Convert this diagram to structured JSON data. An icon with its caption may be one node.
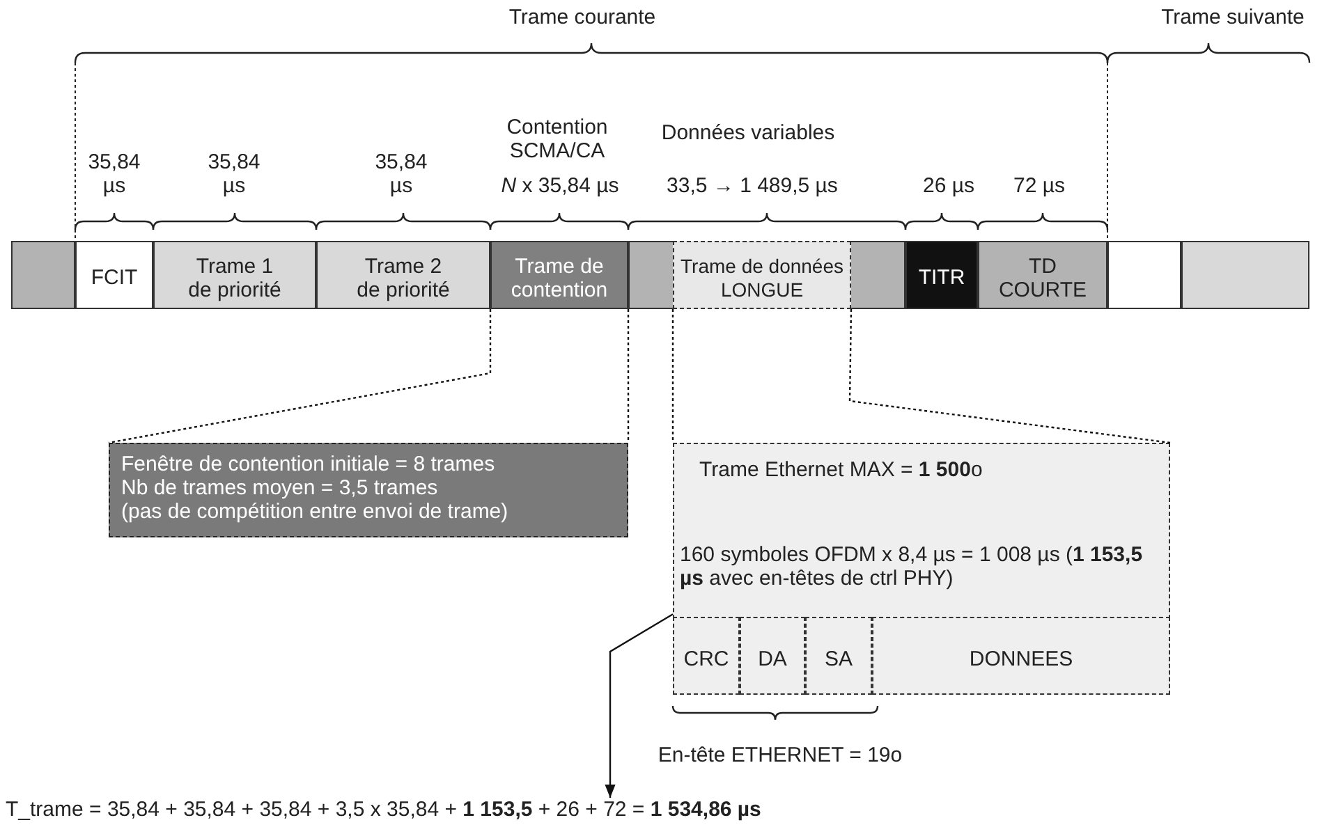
{
  "diagram": {
    "nodes": [
      {
        "text": [],
        "shape": "box"
      },
      {
        "text": [
          "FCIT"
        ]
      },
      {
        "text": [
          "Trame 1 de priorité"
        ]
      },
      {
        "text": [
          "Trame 2 de priorité"
        ]
      },
      {
        "text": [
          "Trame de contention"
        ]
      },
      {
        "text": [],
        "shape": "box"
      },
      {
        "text": [
          "Trame de données LONGUE"
        ],
        "in": 5
      },
      {
        "text": [
          "TITR"
        ]
      },
      {
        "text": [
          "TD COURTE"
        ]
      },
      {
        "text": [],
        "shape": "box"
      },
      {
        "text": [],
        "shape": "box"
      },
      {
        "text": [
          "Fenêtre de contention initiale = 8 trames",
          "Nb de trames moyen = 3,5 trames",
          "(pas de compétition entre envoi de trame)"
        ]
      },
      {
        "text": [
          "Trame Ethernet MAX = **1 500**o",
          "160 symboles OFDM x 8,4 µs = 1 008 µs (**1 153,5 µs** avec en-têtes de ctrl PHY)"
        ]
      },
      {
        "text": [
          "CRC"
        ],
        "in": 12
      },
      {
        "text": [
          "DA"
        ],
        "in": 12
      },
      {
        "text": [
          "SA"
        ],
        "in": 12
      },
      {
        "text": [
          "DONNEES"
        ],
        "in": 12
      },
      {
        "text": [
          "T_trame = 35,84 + 35,84 + 35,84 + 3,5 x 35,84 + **1 153,5** + 26 + 72 = **1 534,86 µs**"
        ]
      }
    ],
    "edges": [
      {
        "from": 12,
        "to": 17,
        "arrow": "to"
      },
      {
        "from": 4,
        "to": 11,
        "arrow": "none",
        "style": "dashed"
      },
      {
        "from": 4,
        "to": 11,
        "arrow": "none",
        "style": "dashed"
      },
      {
        "from": 6,
        "to": 12,
        "arrow": "none",
        "style": "dashed"
      },
      {
        "from": 6,
        "to": 12,
        "arrow": "none",
        "style": "dashed"
      }
    ],
    "labels": [
      "Trame courante",
      "Trame suivante",
      "Contention",
      "Données variables",
      "SCMA/CA",
      "35,84 µs",
      "35,84 µs",
      "35,84 µs",
      "*N* x 35,84 µs",
      "33,5 → 1 489,5 µs",
      "26 µs",
      "72 µs",
      "En-tête ETHERNET = 19o"
    ]
  }
}
